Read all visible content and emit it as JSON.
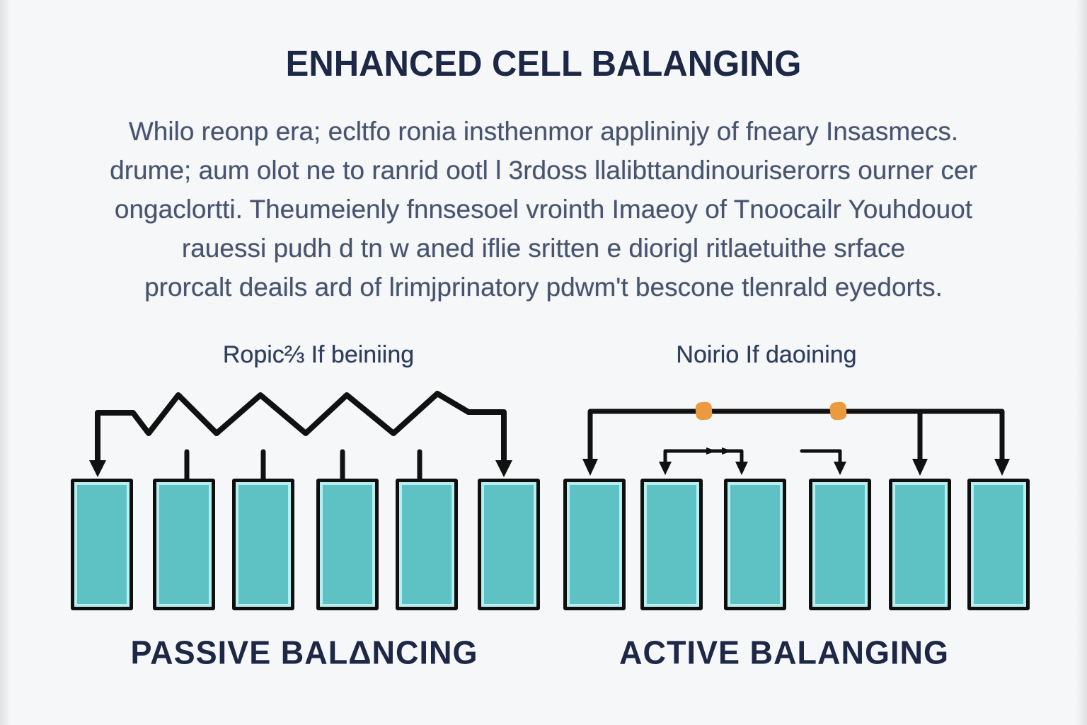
{
  "title": "ENHANCED CELL BALANGING",
  "paragraph": {
    "lines": [
      "Whilo reonp era; ecltfo ronia insthenmor applininjy of fneary Insasmecs.",
      "drume; aum olot ne to ranrid ootl l 3rdoss llalibttandinouriserorrs ourner cer",
      "ongaclortti. Theumeienly fnnsesoel vrointh Imaeoy of Tnoocailr Youhdouot",
      "rauessi pudh d tn w aned iflie sritten e diorigl ritlaetuithe srface",
      "prorcalt deails ard of lrimjprinatory pdwm't bescone tlenrald eyedorts."
    ]
  },
  "passive": {
    "subtitle": "Ropic⅔ If beiniing",
    "caption": "PASSIVE BALΔNCING",
    "cell_count": 6
  },
  "active": {
    "subtitle": "Noirio If daoining",
    "caption": "ACTIVE BALANGING",
    "cell_count": 6
  },
  "colors": {
    "background": "#f6f7f9",
    "title_navy": "#1c2845",
    "paragraph_slate": "#47546e",
    "cell_teal": "#5ec2c4",
    "cell_inner_cyan": "#b7eef0",
    "wire_black": "#111111",
    "converter_orange": "#ec9a3f"
  }
}
